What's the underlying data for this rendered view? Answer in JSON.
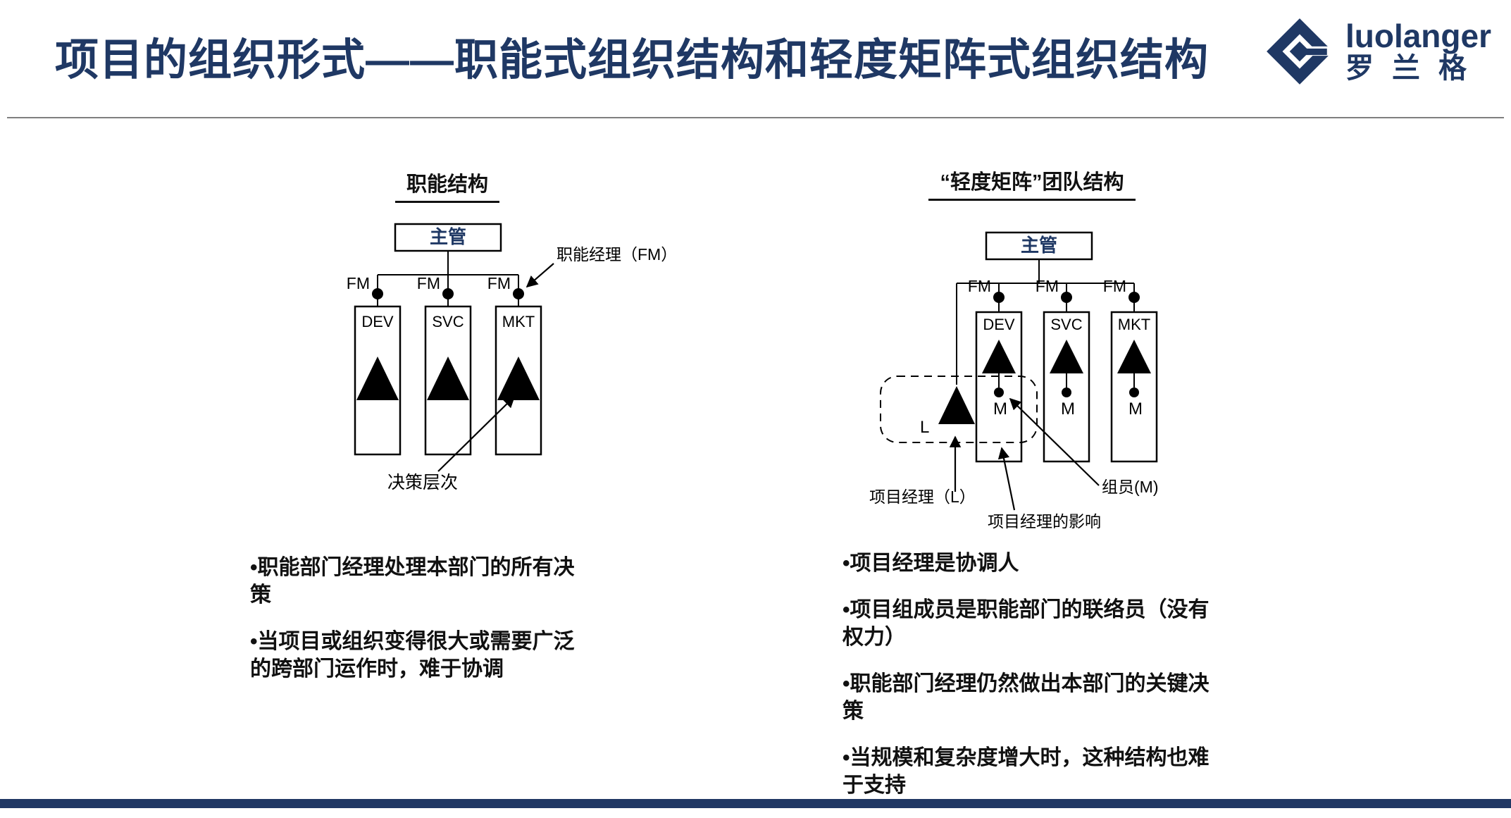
{
  "header": {
    "title": "项目的组织形式——职能式组织结构和轻度矩阵式组织结构",
    "logo": {
      "brand": "luolanger",
      "brand_cn": "罗兰格"
    }
  },
  "left_panel": {
    "title": "职能结构",
    "diagram": {
      "top_box": "主管",
      "fm_labels": [
        "FM",
        "FM",
        "FM"
      ],
      "columns": [
        "DEV",
        "SVC",
        "MKT"
      ],
      "annotation_fm": "职能经理（FM）",
      "annotation_decision": "决策层次"
    },
    "bullets": [
      "•职能部门经理处理本部门的所有决策",
      "•当项目或组织变得很大或需要广泛的跨部门运作时，难于协调"
    ]
  },
  "right_panel": {
    "title": "“轻度矩阵”团队结构",
    "diagram": {
      "top_box": "主管",
      "fm_labels": [
        "FM",
        "FM",
        "FM"
      ],
      "columns": [
        "DEV",
        "SVC",
        "MKT"
      ],
      "member_labels": [
        "M",
        "M",
        "M"
      ],
      "leader_label": "L",
      "annotation_pm": "项目经理（L）",
      "annotation_influence": "项目经理的影响",
      "annotation_member": "组员(M)"
    },
    "bullets": [
      "•项目经理是协调人",
      "•项目组成员是职能部门的联络员（没有权力）",
      "•职能部门经理仍然做出本部门的关键决策",
      "•当规模和复杂度增大时，这种结构也难于支持"
    ]
  },
  "colors": {
    "navy": "#1f3864",
    "footer_bar": "#203864"
  }
}
